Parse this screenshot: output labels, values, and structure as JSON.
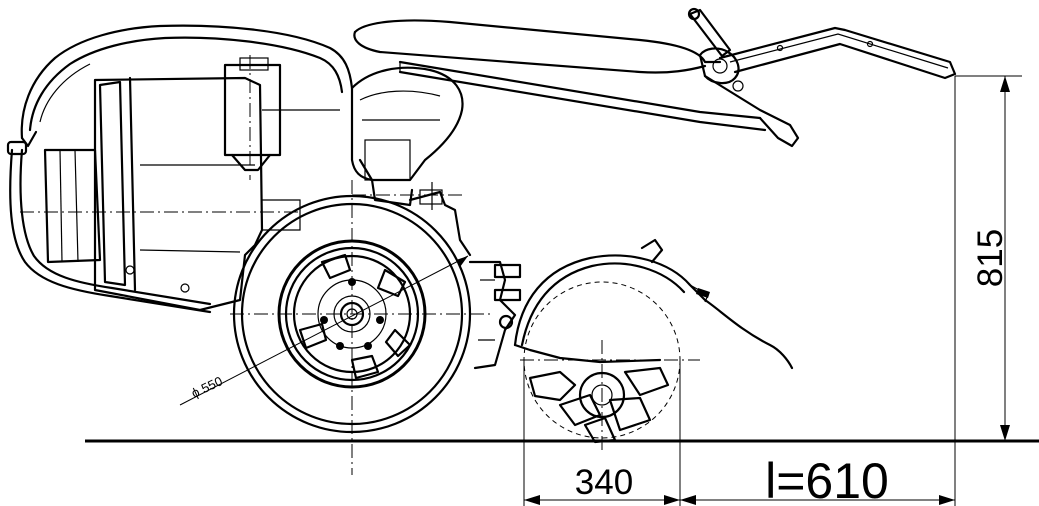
{
  "dimensions": {
    "height_label": "815",
    "tiller_length_label": "340",
    "overall_length_label": "l=610",
    "wheel_diameter_label": "ϕ 550"
  }
}
